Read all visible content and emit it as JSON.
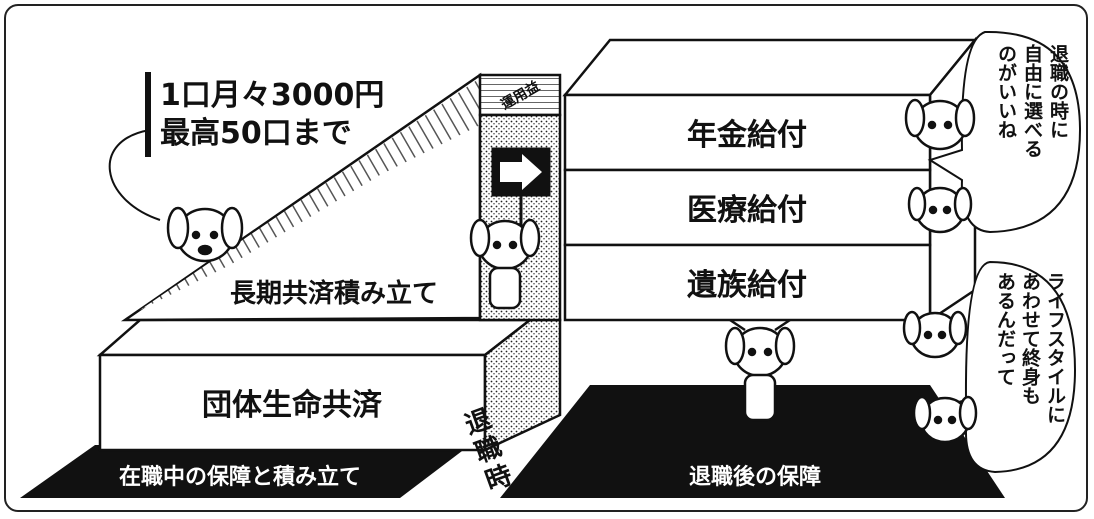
{
  "contribution": {
    "line1": "1口月々3000円",
    "line2": "最高50口まで"
  },
  "labels": {
    "investment_gain": "運用益",
    "long_term_savings": "長期共済積み立て",
    "group_insurance": "団体生命共済",
    "pension_benefit": "年金給付",
    "medical_benefit": "医療給付",
    "survivor_benefit": "遺族給付",
    "retirement_time": [
      "退",
      "職",
      "時"
    ],
    "in_service": "在職中の保障と積み立て",
    "after_retirement": "退職後の保障"
  },
  "speech": {
    "choose_columns": [
      "退職の時に",
      "自由に選べる",
      "のがいいね"
    ],
    "lifestyle_columns": [
      "ライフスタイルに",
      "あわせて終身も",
      "あるんだって"
    ]
  },
  "colors": {
    "ink": "#1a1a1a",
    "paper": "#ffffff",
    "hatch": "#666666"
  }
}
